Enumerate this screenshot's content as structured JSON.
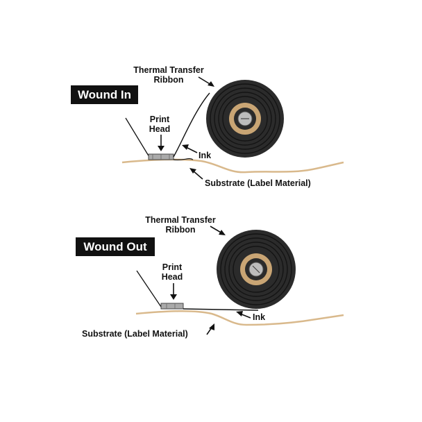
{
  "diagrams": [
    {
      "badge": "Wound In",
      "ribbon_label": [
        "Thermal Transfer",
        "Ribbon"
      ],
      "print_head_label": [
        "Print",
        "Head"
      ],
      "ink_label": "Ink",
      "substrate_label": "Substrate (Label Material)"
    },
    {
      "badge": "Wound Out",
      "ribbon_label": [
        "Thermal Transfer",
        "Ribbon"
      ],
      "print_head_label": [
        "Print",
        "Head"
      ],
      "ink_label": "Ink",
      "substrate_label": "Substrate (Label Material)"
    }
  ],
  "colors": {
    "roll": "#2b2b2b",
    "roll_groove": "#141414",
    "core": "#c9a574",
    "substrate": "#d9b98c",
    "badge_bg": "#111111",
    "label_text": "#111111"
  }
}
